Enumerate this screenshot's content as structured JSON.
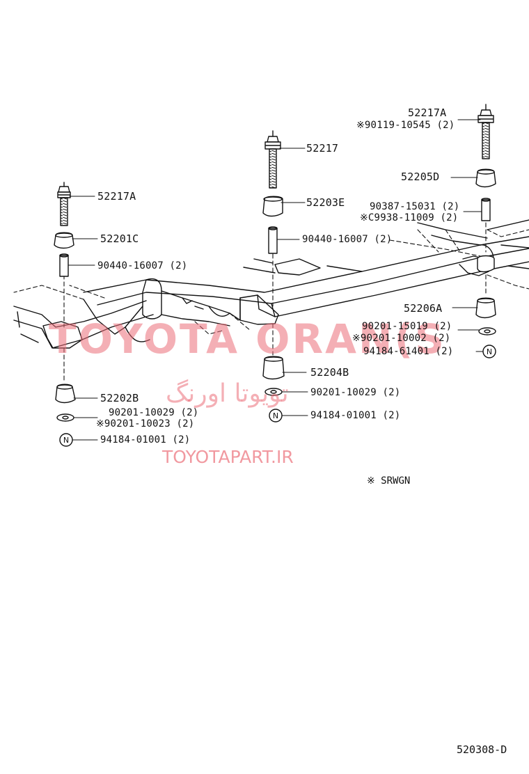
{
  "labels": {
    "l1": "52217A",
    "l2": "※90119-10545 (2)",
    "l3": "52217",
    "l4": "52205D",
    "l5": "52203E",
    "l6": "90387-15031 (2)",
    "l7": "※C9938-11009 (2)",
    "l8": "52217A",
    "l9": "52201C",
    "l10": "90440-16007 (2)",
    "l11": "90440-16007 (2)",
    "l12": "52206A",
    "l13": "90201-15019 (2)",
    "l14": "※90201-10002 (2)",
    "l15": "94184-61401 (2)",
    "l16": "52204B",
    "l17": "90201-10029 (2)",
    "l18": "94184-01001 (2)",
    "l19": "52202B",
    "l20": "90201-10029 (2)",
    "l21": "※90201-10023 (2)",
    "l22": "94184-01001 (2)"
  },
  "note": "※ SRWGN",
  "diagram_code": "520308-D",
  "n_marker": "N",
  "watermarks": {
    "main": "TOYOTA ORAN(S",
    "persian": "تویوتا اورنگ",
    "url": "TOYOTAPART.IR"
  },
  "colors": {
    "ink": "#111111",
    "watermark": "#eb6e78"
  }
}
